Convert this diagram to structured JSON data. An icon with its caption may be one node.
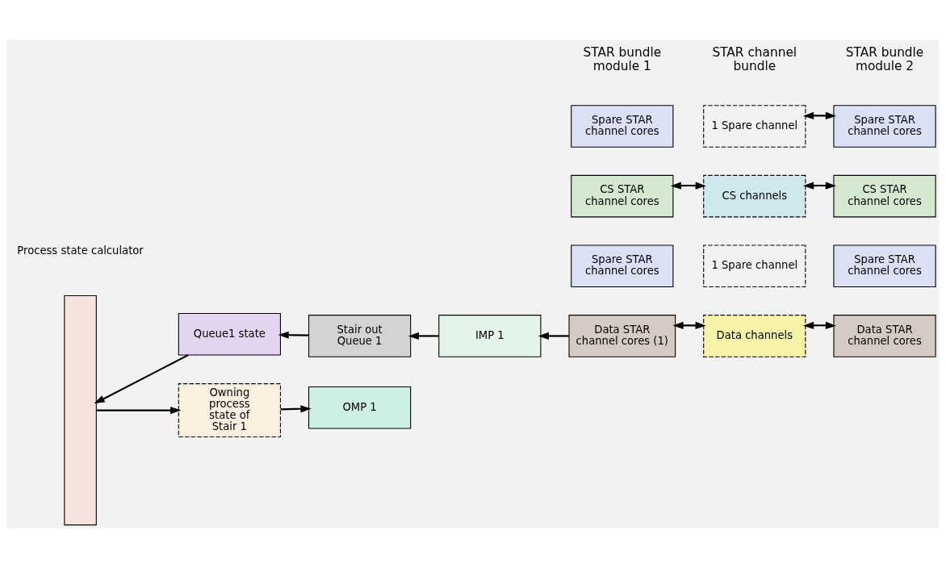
{
  "diagram": {
    "nodes": [
      {
        "text": [
          "Spare STAR channel cores"
        ]
      },
      {
        "text": [
          "1 Spare channel"
        ]
      },
      {
        "text": [
          "Spare STAR channel cores"
        ]
      },
      {
        "text": [
          "CS STAR channel cores"
        ]
      },
      {
        "text": [
          "CS channels"
        ]
      },
      {
        "text": [
          "CS STAR channel cores"
        ]
      },
      {
        "text": [
          "Spare STAR channel cores"
        ]
      },
      {
        "text": [
          "1 Spare channel"
        ]
      },
      {
        "text": [
          "Spare STAR channel cores"
        ]
      },
      {
        "text": [
          "Data STAR channel cores (1)"
        ]
      },
      {
        "text": [
          "Data channels"
        ]
      },
      {
        "text": [
          "Data STAR channel cores"
        ]
      },
      {
        "text": [
          "Process state calculator"
        ]
      },
      {
        "text": [
          "Queue1 state"
        ]
      },
      {
        "text": [
          "Stair out Queue 1"
        ]
      },
      {
        "text": [
          "IMP 1"
        ]
      },
      {
        "text": [
          "Owning process state of Stair 1"
        ]
      },
      {
        "text": [
          "OMP 1"
        ]
      }
    ],
    "edges": [
      {
        "from": 1,
        "to": 2,
        "arrow": "both"
      },
      {
        "from": 3,
        "to": 4,
        "arrow": "both"
      },
      {
        "from": 4,
        "to": 5,
        "arrow": "both"
      },
      {
        "from": 9,
        "to": 10,
        "arrow": "both"
      },
      {
        "from": 10,
        "to": 11,
        "arrow": "both"
      },
      {
        "from": 9,
        "to": 15,
        "arrow": "to"
      },
      {
        "from": 15,
        "to": 14,
        "arrow": "to"
      },
      {
        "from": 14,
        "to": 13,
        "arrow": "to"
      },
      {
        "from": 13,
        "to": 12,
        "arrow": "to"
      },
      {
        "from": 12,
        "to": 16,
        "arrow": "to"
      },
      {
        "from": 16,
        "to": 17,
        "arrow": "to"
      }
    ],
    "labels": [
      "STAR bundle module 1",
      "STAR channel bundle",
      "STAR bundle module 2"
    ]
  }
}
